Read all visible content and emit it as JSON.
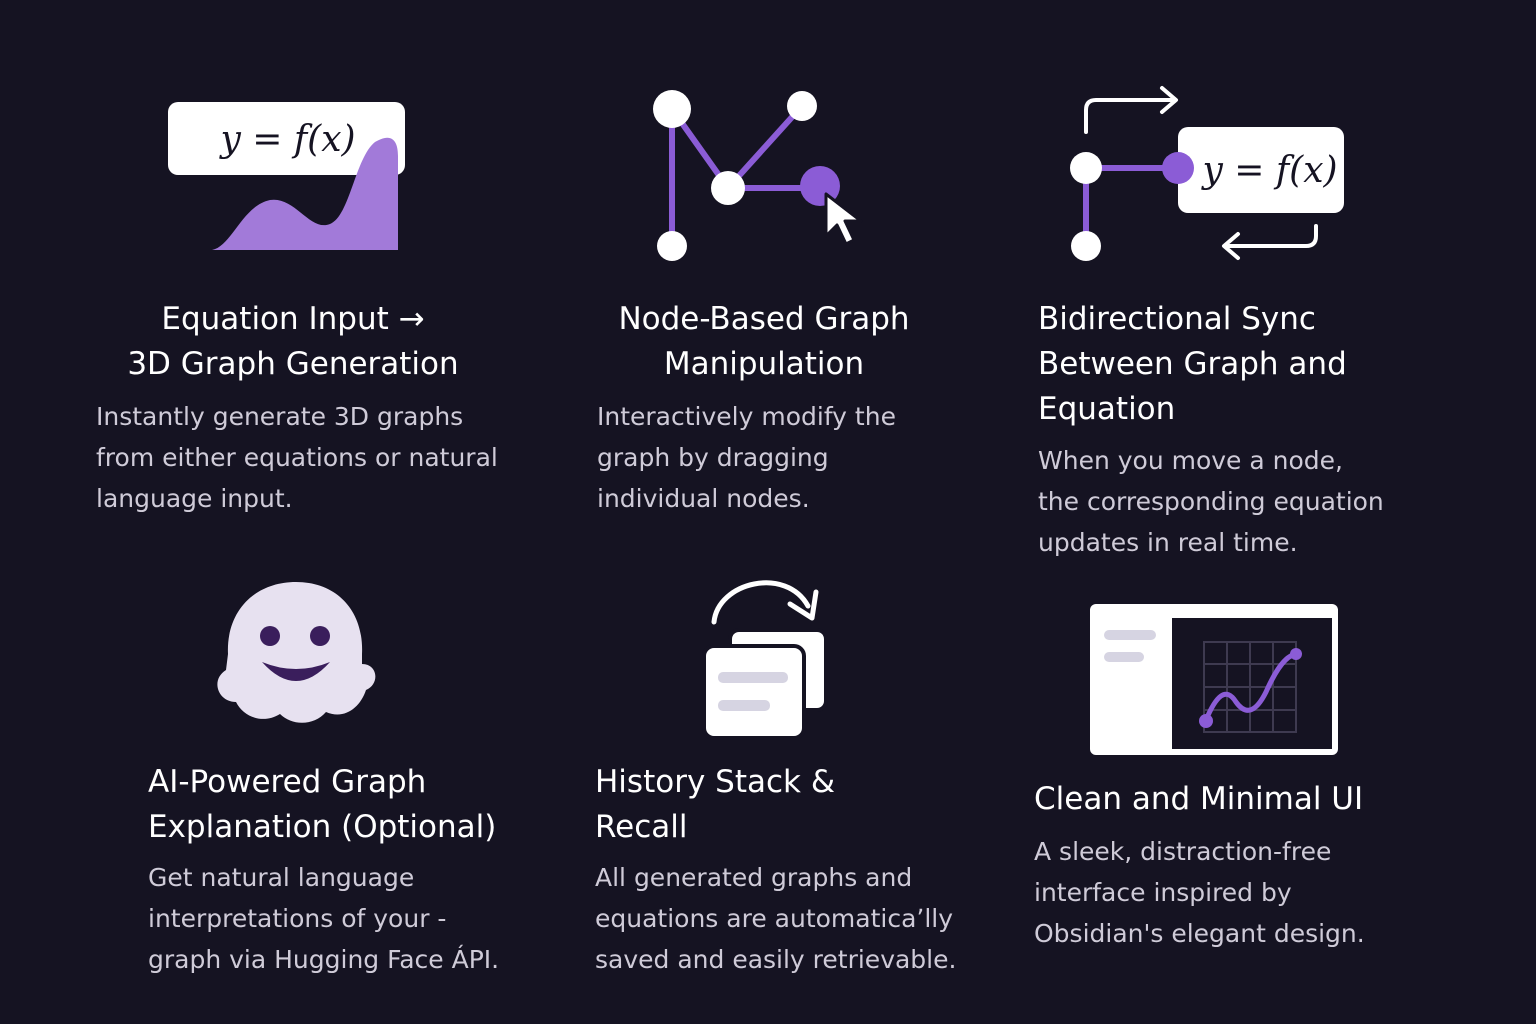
{
  "accent": "#8b5cd6",
  "background": "#151322",
  "features": [
    {
      "icon": "equation-graph-icon",
      "equation": "y = f(x)",
      "title": [
        "Equation Input →",
        "3D Graph Generation"
      ],
      "description": [
        "Instantly generate 3D graphs",
        "from either equations or natural",
        "language input."
      ]
    },
    {
      "icon": "node-graph-icon",
      "title": [
        "Node-Based Graph",
        "Manipulation"
      ],
      "description": [
        "Interactively modify the",
        "graph by dragging",
        "individual nodes."
      ]
    },
    {
      "icon": "sync-icon",
      "equation": "y = f(x)",
      "title": [
        "Bidirectional Sync",
        "Between Graph and",
        "Equation"
      ],
      "description": [
        "When you move a node,",
        "the corresponding equation",
        "updates in real time."
      ]
    },
    {
      "icon": "hugging-face-icon",
      "title": [
        "AI-Powered Graph",
        "Explanation (Optional)"
      ],
      "description": [
        "Get natural language",
        "interpretations of your -",
        "graph via Hugging Face ÁPI."
      ]
    },
    {
      "icon": "history-stack-icon",
      "title": [
        "History Stack &",
        "Recall"
      ],
      "description": [
        "All generated graphs and",
        "equations are automaticaʼlly",
        "saved and easily retrievable."
      ]
    },
    {
      "icon": "minimal-ui-icon",
      "title": [
        "Clean and Minimal UI"
      ],
      "description": [
        "A sleek, distraction-free",
        "interface inspired by",
        "Obsidian's elegant design."
      ]
    }
  ]
}
